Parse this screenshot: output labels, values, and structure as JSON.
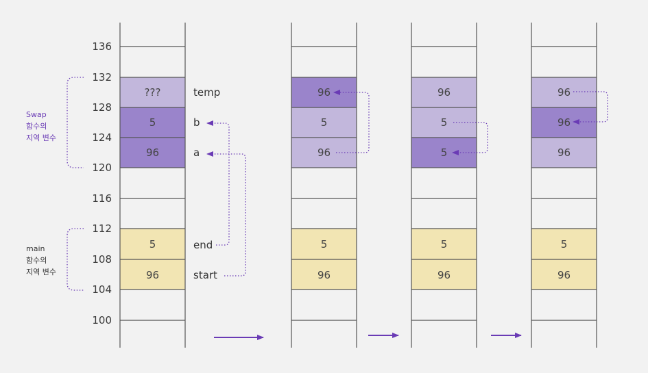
{
  "colors": {
    "background": "#f2f2f2",
    "stack_line": "#555555",
    "light_purple": "#c2b7dc",
    "dark_purple": "#9a84cb",
    "yellow": "#f2e5b3",
    "accent": "#6a3bb5"
  },
  "addresses": [
    "136",
    "132",
    "128",
    "124",
    "120",
    "116",
    "112",
    "108",
    "104",
    "100"
  ],
  "groups": {
    "swap": {
      "line1": "Swap",
      "line2": "함수의",
      "line3": "지역 변수"
    },
    "main": {
      "line1": "main",
      "line2": "함수의",
      "line3": "지역 변수"
    }
  },
  "var_names": {
    "temp": "temp",
    "b": "b",
    "a": "a",
    "end": "end",
    "start": "start"
  },
  "stacks": [
    {
      "id": "initial",
      "cells": {
        "temp": {
          "value": "???",
          "shade": "light_purple"
        },
        "b": {
          "value": "5",
          "shade": "dark_purple"
        },
        "a": {
          "value": "96",
          "shade": "dark_purple"
        },
        "end": {
          "value": "5",
          "shade": "yellow"
        },
        "start": {
          "value": "96",
          "shade": "yellow"
        }
      }
    },
    {
      "id": "step1-temp-equals-a",
      "cells": {
        "temp": {
          "value": "96",
          "shade": "dark_purple"
        },
        "b": {
          "value": "5",
          "shade": "light_purple"
        },
        "a": {
          "value": "96",
          "shade": "light_purple"
        },
        "end": {
          "value": "5",
          "shade": "yellow"
        },
        "start": {
          "value": "96",
          "shade": "yellow"
        }
      }
    },
    {
      "id": "step2-a-equals-b",
      "cells": {
        "temp": {
          "value": "96",
          "shade": "light_purple"
        },
        "b": {
          "value": "5",
          "shade": "light_purple"
        },
        "a": {
          "value": "5",
          "shade": "dark_purple"
        },
        "end": {
          "value": "5",
          "shade": "yellow"
        },
        "start": {
          "value": "96",
          "shade": "yellow"
        }
      }
    },
    {
      "id": "step3-b-equals-temp",
      "cells": {
        "temp": {
          "value": "96",
          "shade": "light_purple"
        },
        "b": {
          "value": "96",
          "shade": "dark_purple"
        },
        "a": {
          "value": "96",
          "shade": "light_purple"
        },
        "end": {
          "value": "5",
          "shade": "yellow"
        },
        "start": {
          "value": "96",
          "shade": "yellow"
        }
      }
    }
  ]
}
